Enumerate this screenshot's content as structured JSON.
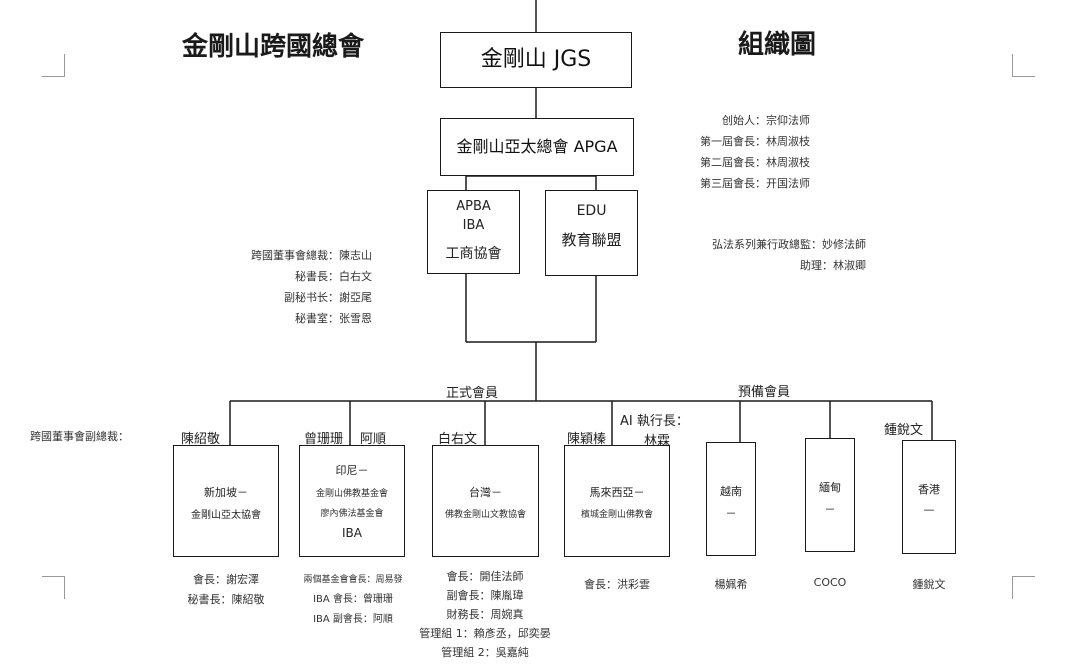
{
  "header": {
    "title_left": "金剛山跨國總會",
    "title_right": "組織圖"
  },
  "top": {
    "jgs": "金剛山 JGS",
    "apga": "金剛山亞太總會 APGA",
    "apba_line1": "APBA",
    "apba_line2": "IBA",
    "apba_line3": "工商協會",
    "edu_line1": "EDU",
    "edu_line2": "教育聯盟"
  },
  "founders": [
    "创始人：宗仰法师",
    "第一屆會長：林周淑枝",
    "第二屆會長：林周淑枝",
    "第三屆會長：开国法师"
  ],
  "dharma": {
    "supervisor": "弘法系列兼行政總監：妙修法師",
    "assistant": "助理：林淑卿"
  },
  "board": [
    "跨國董事會總裁：陳志山",
    "秘書長：白右文",
    "副秘书长：謝亞尾",
    "秘書室：张雪恩"
  ],
  "labels": {
    "formal": "正式會員",
    "prep": "預備會員",
    "vice": "跨國董事會副總裁："
  },
  "branches": [
    {
      "leader": "陳紹敬",
      "line1": "新加坡－",
      "line2": "金剛山亞太協會",
      "below": [
        "會長：謝宏澤",
        "秘書長：陳紹敬"
      ]
    },
    {
      "leader": "曾珊珊",
      "leader2": "阿順",
      "line1": "印尼－",
      "line2": "金剛山佛教基金會",
      "line3": "廖內佛法基金會",
      "line4": "IBA",
      "below": [
        "兩個基金會會長：周易發",
        "IBA 會長：曾珊珊",
        "IBA 副會長：阿順"
      ]
    },
    {
      "leader": "白右文",
      "line1": "台灣－",
      "line2": "佛教金剛山文教協會",
      "below": [
        "會長：開佳法師",
        "副會長：陳胤瑋",
        "財務長：周婉真",
        "管理組 1：賴彥丞，邱奕晏",
        "管理組 2：吳嘉純"
      ]
    },
    {
      "leader": "陳穎榛",
      "leader2a": "AI 執行長：",
      "leader2b": "林霖",
      "line1": "馬來西亞－",
      "line2": "檳城金剛山佛教會",
      "below": [
        "會長：洪彩雲"
      ]
    },
    {
      "line1": "越南",
      "line2": "－",
      "below": [
        "楊姵希"
      ]
    },
    {
      "line1": "緬甸",
      "line2": "－",
      "below": [
        "COCO"
      ]
    },
    {
      "leader": "鍾銳文",
      "line1": "香港",
      "line2": "—",
      "below": [
        "鍾銳文"
      ]
    }
  ]
}
